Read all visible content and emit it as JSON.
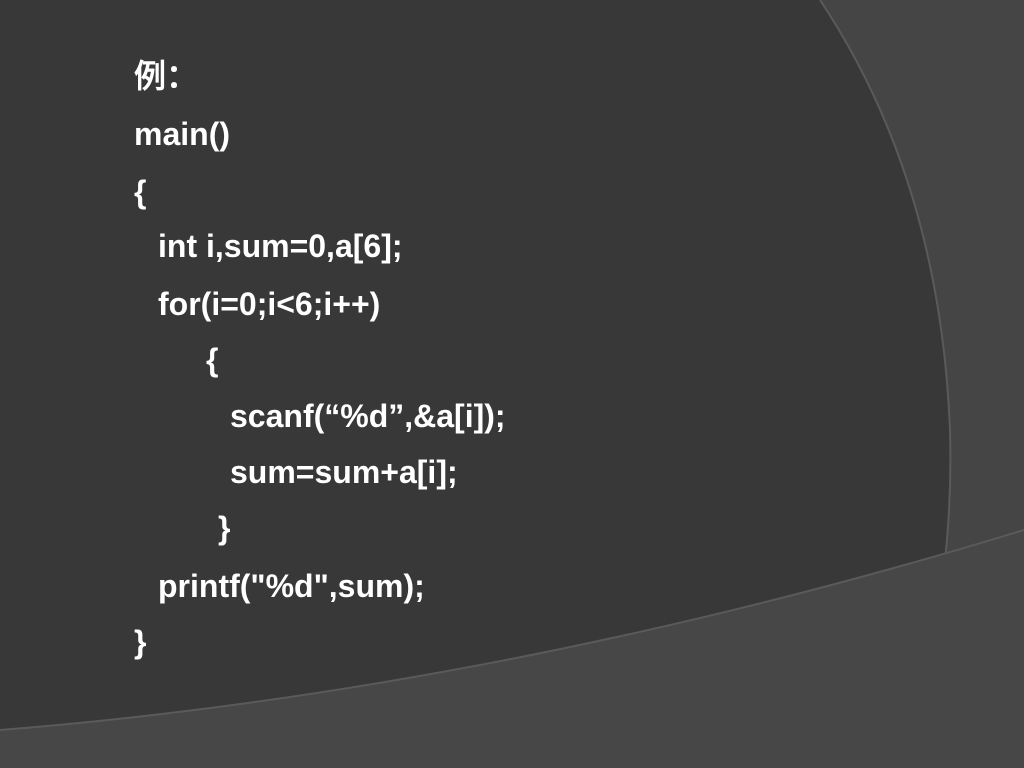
{
  "slide": {
    "code_lines": [
      "例：",
      "main()",
      "{",
      "int i,sum=0,a[6];",
      "for(i=0;i<6;i++)",
      "{",
      "scanf(“%d”,&a[i]);",
      "sum=sum+a[i];",
      "}",
      "printf(\"%d\",sum);",
      "}"
    ]
  },
  "colors": {
    "background": "#454545",
    "panel": "#383838",
    "arc_stroke": "#5a5a5a",
    "text": "#ffffff"
  }
}
